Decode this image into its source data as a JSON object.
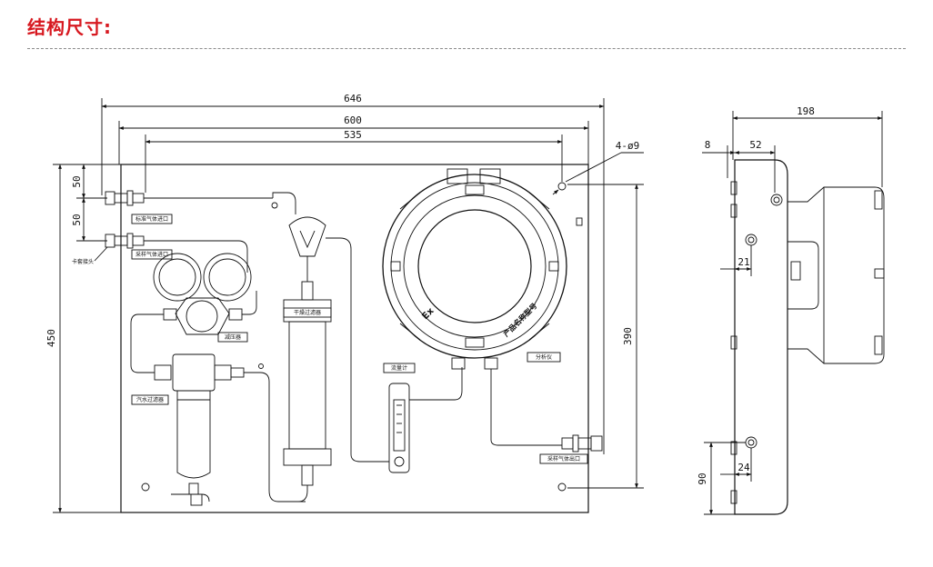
{
  "title": "结构尺寸:",
  "dims": {
    "w646": "646",
    "w600": "600",
    "w535": "535",
    "holes": "4-ø9",
    "h450": "450",
    "h390": "390",
    "v50a": "50",
    "v50b": "50",
    "d198": "198",
    "d8": "8",
    "d52": "52",
    "d21": "21",
    "d24": "24",
    "d90": "90"
  },
  "labels": {
    "calib_inlet": "标准气体进口",
    "sample_inlet": "采样气体进口",
    "fitting": "卡套接头",
    "regulator": "减压器",
    "water_filter": "汽水过滤器",
    "dry_filter": "干燥过滤器",
    "flowmeter": "流量计",
    "analyzer": "分析仪",
    "sample_outlet": "采样气体出口",
    "ex_mark": "Ex",
    "product_name": "产品名称型号"
  }
}
